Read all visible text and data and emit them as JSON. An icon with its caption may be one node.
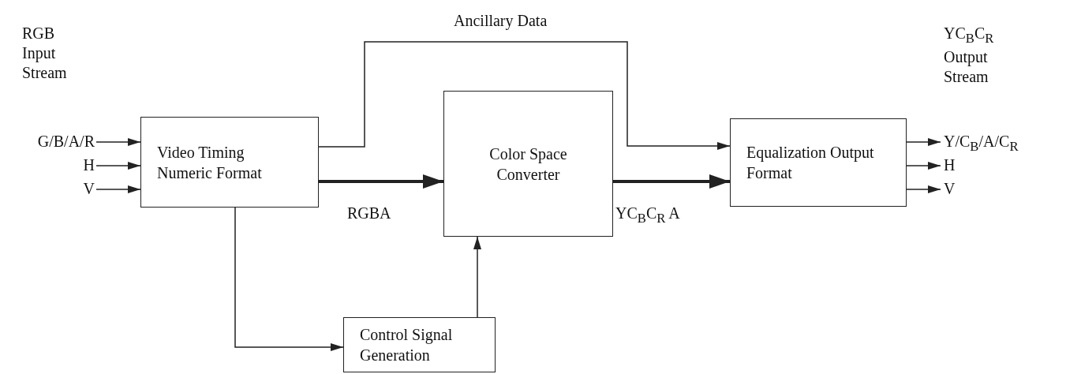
{
  "diagram": {
    "nodes": [
      {
        "text": [
          "Video Timing Numeric Format"
        ]
      },
      {
        "text": [
          "Color Space Converter"
        ]
      },
      {
        "text": [
          "Equalization Output Format"
        ]
      },
      {
        "text": [
          "Control Signal Generation"
        ]
      },
      {
        "text": [
          "G/B/A/R"
        ]
      },
      {
        "text": [
          "H"
        ]
      },
      {
        "text": [
          "V"
        ]
      },
      {
        "text": [
          "Y/C$_{B}$/A/C$_{R}$"
        ]
      },
      {
        "text": [
          "H"
        ]
      },
      {
        "text": [
          "V"
        ]
      }
    ],
    "edges": [
      {
        "from": 4,
        "to": 0,
        "arrow": "to"
      },
      {
        "from": 5,
        "to": 0,
        "arrow": "to"
      },
      {
        "from": 6,
        "to": 0,
        "arrow": "to"
      },
      {
        "from": 0,
        "to": 2,
        "arrow": "to",
        "label": "Ancillary Data"
      },
      {
        "from": 0,
        "to": 1,
        "arrow": "to",
        "label": "RGBA",
        "style": "thick"
      },
      {
        "from": 1,
        "to": 2,
        "arrow": "to",
        "label": "YC$_{B}$C$_{R}$ A",
        "style": "thick"
      },
      {
        "from": 0,
        "to": 3,
        "arrow": "to"
      },
      {
        "from": 3,
        "to": 1,
        "arrow": "to"
      },
      {
        "from": 2,
        "to": 7,
        "arrow": "to"
      },
      {
        "from": 2,
        "to": 8,
        "arrow": "to"
      },
      {
        "from": 2,
        "to": 9,
        "arrow": "to"
      }
    ],
    "labels": [
      "RGB Input Stream",
      "YC$_{B}$C$_{R}$ Output Stream"
    ]
  }
}
